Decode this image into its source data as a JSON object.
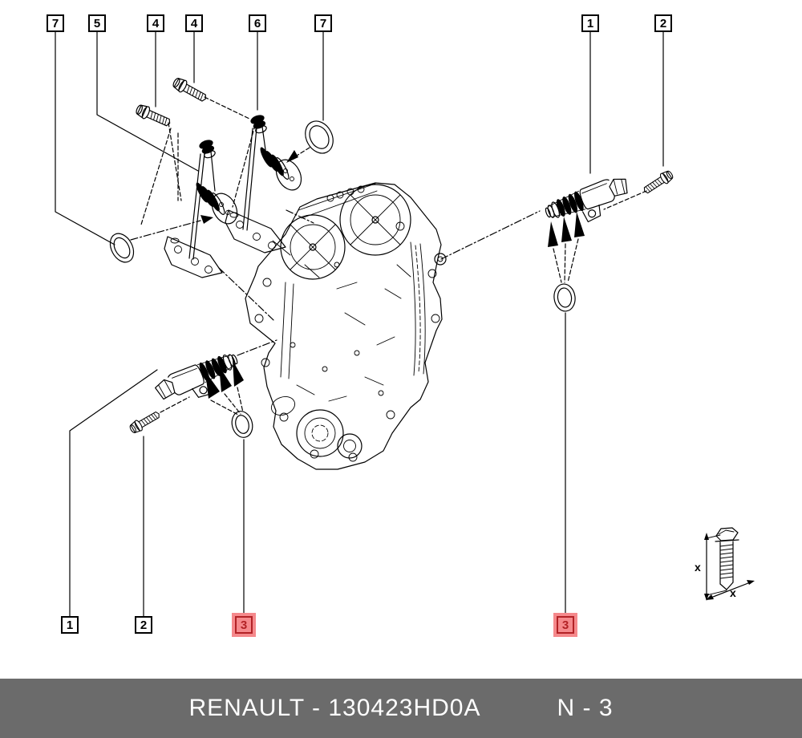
{
  "callouts": {
    "top": [
      "7",
      "5",
      "4",
      "4",
      "6",
      "7",
      "1",
      "2"
    ],
    "bottom": [
      "1",
      "2",
      "3",
      "3"
    ]
  },
  "highlighted_callout": "3",
  "legend": {
    "dim_length": "x",
    "dim_width": "x"
  },
  "footer": {
    "text_left": "RENAULT - 130423HD0A",
    "text_right": "N - 3",
    "brand": "RENAULT",
    "part_number": "130423HD0A",
    "page_ref": "N - 3"
  },
  "colors": {
    "background": "#ffffff",
    "line": "#000000",
    "callout_border": "#000000",
    "highlight_bg": "#f5898c",
    "highlight_border": "#b22226",
    "highlight_text": "#b22226",
    "footer_bg": "#6b6b6b",
    "footer_text": "#ffffff"
  }
}
